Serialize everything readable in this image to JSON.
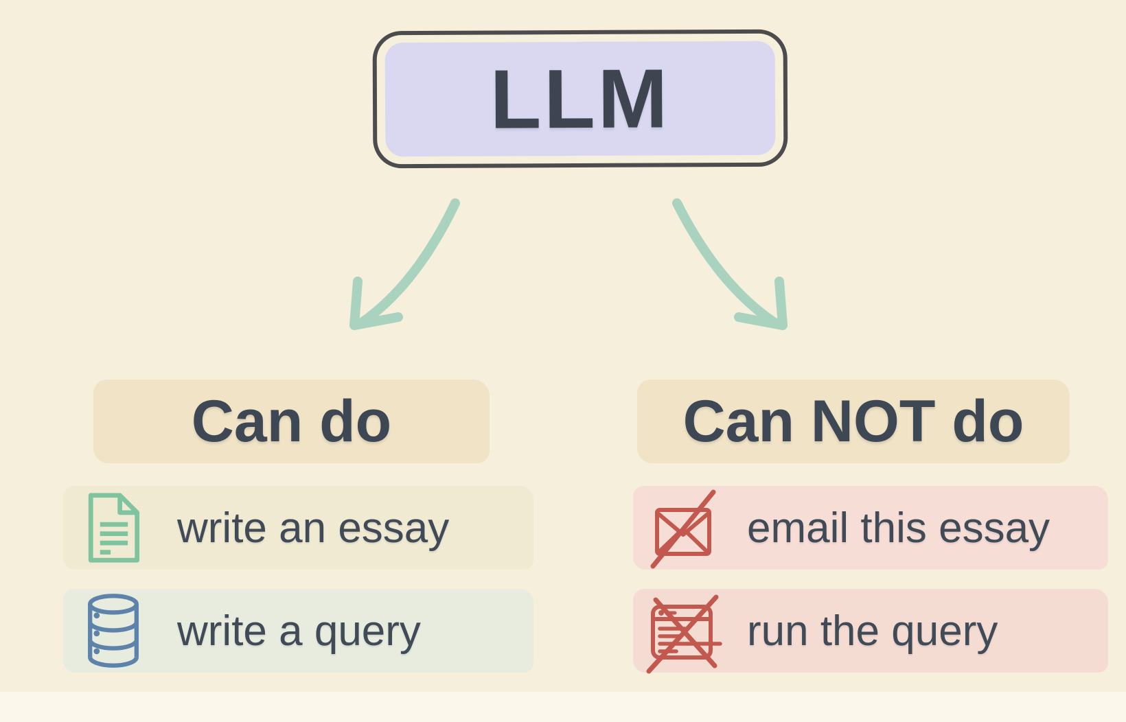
{
  "root_box": {
    "label": "LLM"
  },
  "left_column": {
    "header": "Can do",
    "items": [
      {
        "icon": "document-icon",
        "label": "write an essay"
      },
      {
        "icon": "database-icon",
        "label": "write a query"
      }
    ]
  },
  "right_column": {
    "header": "Can NOT do",
    "items": [
      {
        "icon": "blocked-email-icon",
        "label": "email this essay"
      },
      {
        "icon": "blocked-run-query-icon",
        "label": "run the query"
      }
    ]
  },
  "colors": {
    "background": "#f5efdc",
    "llm_fill": "#d9d8f0",
    "llm_outline": "#4c4c4e",
    "ink_text": "#3f4754",
    "header_bg": "#f0e3c6",
    "essay_row_bg": "#f0ead2",
    "query_row_bg": "#e8ecdf",
    "blocked_row_bg": "#f6ddd5",
    "arrow_green": "#a9d3bf",
    "document_icon_green": "#7fc49e",
    "database_icon_blue": "#5d83ab",
    "blocked_icon_red": "#c2584e"
  }
}
